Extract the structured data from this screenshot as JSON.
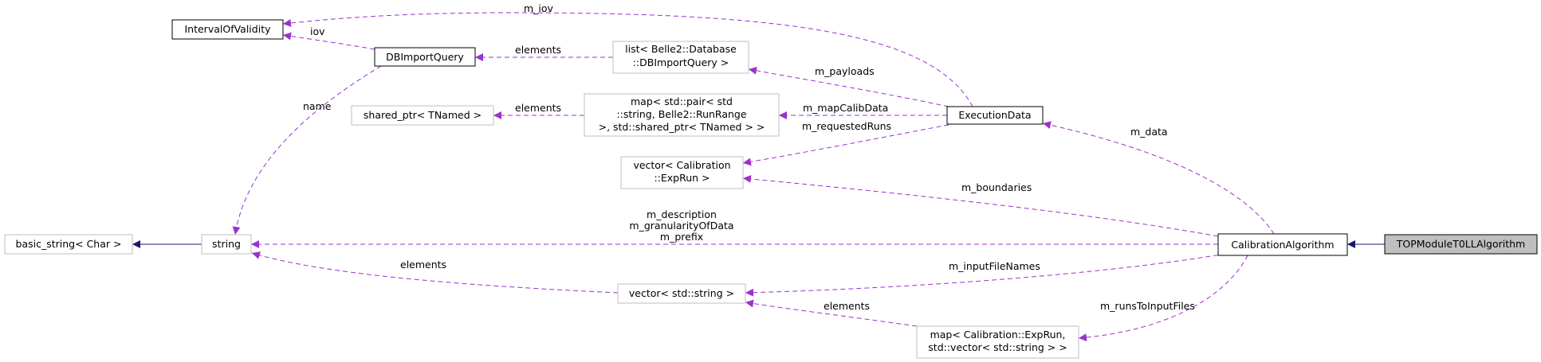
{
  "nodes": {
    "interval_of_validity": {
      "label": "IntervalOfValidity"
    },
    "db_import_query": {
      "label": "DBImportQuery"
    },
    "list_db_import_query": {
      "lines": [
        "list< Belle2::Database",
        "::DBImportQuery >"
      ]
    },
    "shared_ptr_tnamed": {
      "label": "shared_ptr< TNamed >"
    },
    "map_run_range": {
      "lines": [
        "map< std::pair< std",
        "::string, Belle2::RunRange",
        " >, std::shared_ptr< TNamed > >"
      ]
    },
    "execution_data": {
      "label": "ExecutionData"
    },
    "vector_exprun": {
      "lines": [
        "vector< Calibration",
        "::ExpRun >"
      ]
    },
    "basic_string": {
      "label": "basic_string< Char >"
    },
    "string": {
      "label": "string"
    },
    "calibration_algorithm": {
      "label": "CalibrationAlgorithm"
    },
    "top_module": {
      "label": "TOPModuleT0LLAlgorithm"
    },
    "vector_string": {
      "label": "vector< std::string >"
    },
    "map_exprun": {
      "lines": [
        "map< Calibration::ExpRun,",
        "std::vector< std::string > >"
      ]
    }
  },
  "edges": {
    "m_iov": "m_iov",
    "iov": "iov",
    "elements_list": "elements",
    "m_payloads": "m_payloads",
    "name": "name",
    "elements_shared": "elements",
    "m_mapCalibData": "m_mapCalibData",
    "m_requestedRuns": "m_requestedRuns",
    "m_data": "m_data",
    "m_boundaries": "m_boundaries",
    "m_string_members": [
      "m_description",
      "m_granularityOfData",
      "m_prefix"
    ],
    "elements_vector": "elements",
    "m_inputFileNames": "m_inputFileNames",
    "elements_map": "elements",
    "m_runsToInputFiles": "m_runsToInputFiles"
  },
  "colors": {
    "usage_edge": "#9a32cd",
    "inherit_edge": "#191970",
    "focus_fill": "#bfbfbf",
    "secondary_border": "#bfbfbf"
  }
}
